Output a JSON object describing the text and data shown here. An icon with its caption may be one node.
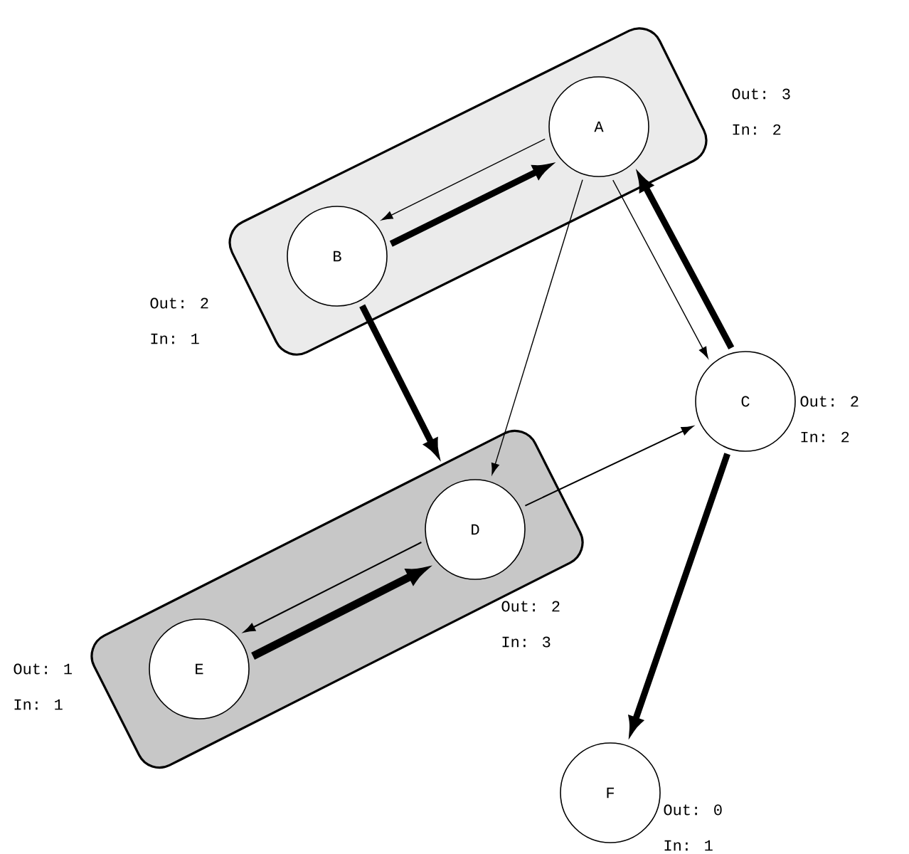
{
  "diagram": {
    "nodes": [
      {
        "text": [],
        "shape": "box"
      },
      {
        "text": [
          "A"
        ],
        "in": 0,
        "beside": [
          "Out: 3",
          "In: 2"
        ]
      },
      {
        "text": [
          "B"
        ],
        "in": 0,
        "beside": [
          "Out: 2",
          "In: 1"
        ]
      },
      {
        "text": [],
        "shape": "box"
      },
      {
        "text": [
          "D"
        ],
        "in": 3,
        "beside": [
          "Out: 2",
          "In: 3"
        ]
      },
      {
        "text": [
          "E"
        ],
        "in": 3,
        "beside": [
          "Out: 1",
          "In: 1"
        ]
      },
      {
        "text": [
          "C"
        ],
        "beside": [
          "Out: 2",
          "In: 2"
        ]
      },
      {
        "text": [
          "F"
        ],
        "beside": [
          "Out: 0",
          "In: 1"
        ]
      }
    ],
    "edges": [
      {
        "from": 1,
        "to": 2,
        "arrow": "to"
      },
      {
        "from": 2,
        "to": 1,
        "arrow": "to",
        "style": "thick"
      },
      {
        "from": 1,
        "to": 4,
        "arrow": "to"
      },
      {
        "from": 1,
        "to": 6,
        "arrow": "to"
      },
      {
        "from": 6,
        "to": 1,
        "arrow": "to",
        "style": "thick"
      },
      {
        "from": 2,
        "to": 4,
        "arrow": "to",
        "style": "thick"
      },
      {
        "from": 4,
        "to": 6,
        "arrow": "to"
      },
      {
        "from": 4,
        "to": 5,
        "arrow": "to"
      },
      {
        "from": 5,
        "to": 4,
        "arrow": "to",
        "style": "thick"
      },
      {
        "from": 6,
        "to": 7,
        "arrow": "to",
        "style": "thick"
      }
    ]
  }
}
